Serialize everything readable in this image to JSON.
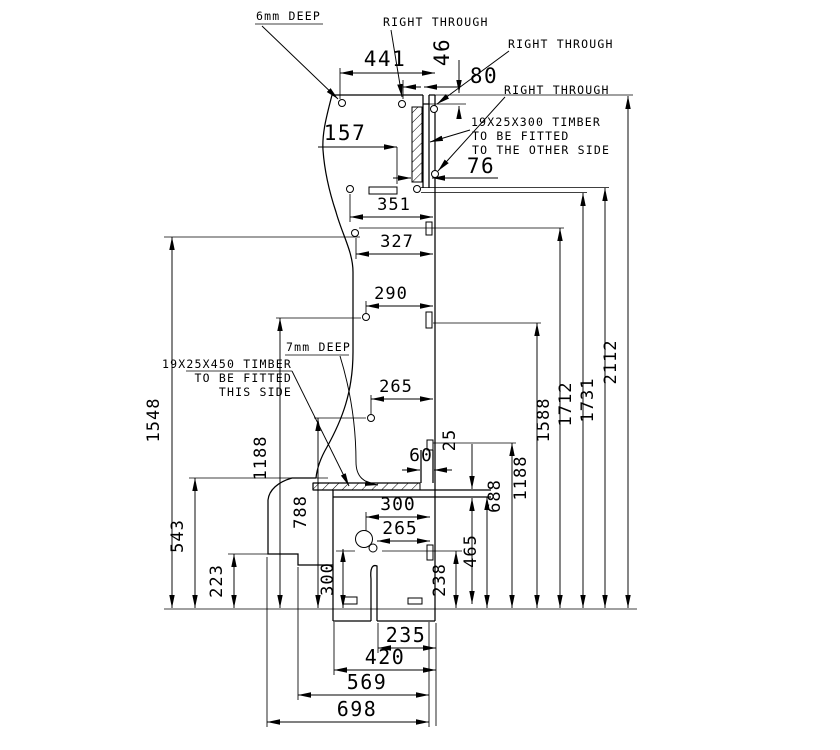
{
  "drawing": {
    "background": "#ffffff",
    "ink": "#000000",
    "notes": {
      "depth6": "6mm DEEP",
      "depth7": "7mm DEEP",
      "rt1": "RIGHT THROUGH",
      "rt2": "RIGHT THROUGH",
      "rt3": "RIGHT THROUGH",
      "timber300_l1": "19X25X300 TIMBER",
      "timber300_l2": "TO BE FITTED",
      "timber300_l3": "TO THE OTHER SIDE",
      "timber450_l1": "19X25X450 TIMBER",
      "timber450_l2": "TO BE FITTED",
      "timber450_l3": "THIS SIDE"
    },
    "dims": {
      "h441": "441",
      "h157": "157",
      "h351": "351",
      "h327": "327",
      "h290": "290",
      "h265": "265",
      "h300b": "300",
      "h265b": "265",
      "h60": "60",
      "h80": "80",
      "h76": "76",
      "h235": "235",
      "h420": "420",
      "h569": "569",
      "h698": "698",
      "v46": "46",
      "v25": "25",
      "v238": "238",
      "v465": "465",
      "v688": "688",
      "v1188r": "1188",
      "v1588": "1588",
      "v1712": "1712",
      "v1731": "1731",
      "v2112": "2112",
      "v1548": "1548",
      "v543": "543",
      "v223": "223",
      "v1188l": "1188",
      "v788": "788",
      "v300r": "300"
    }
  }
}
